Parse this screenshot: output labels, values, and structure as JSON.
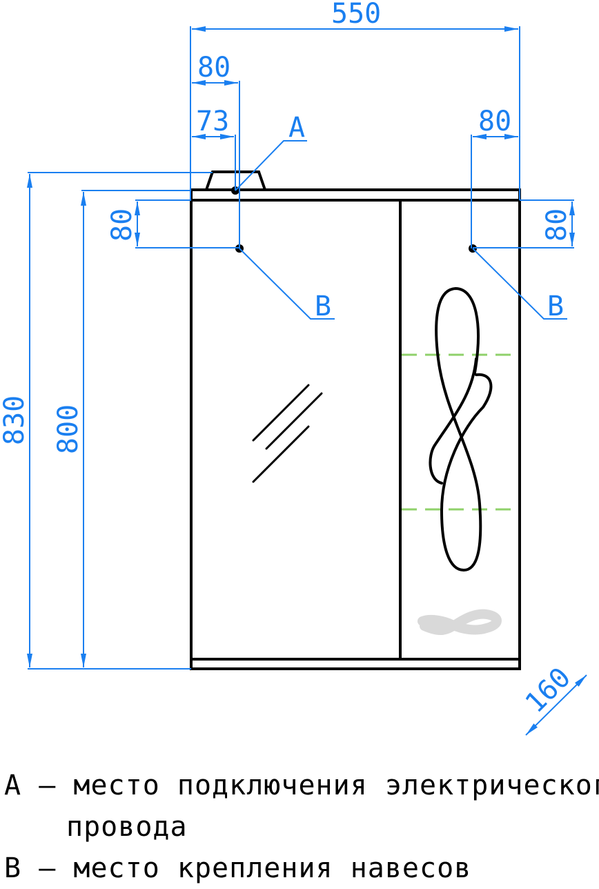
{
  "drawing": {
    "title": "Mirror cabinet dimension drawing",
    "colors": {
      "outline": "#000000",
      "dimension": "#1a7ff0",
      "shelf_dash": "#8fd16a",
      "logo_fill": "#d9d9d9"
    },
    "dimensions": {
      "total_width": "550",
      "left_hole_offset": "80",
      "left_wire_offset": "73",
      "right_hole_offset": "80",
      "left_hole_drop": "80",
      "right_hole_drop": "80",
      "total_height": "830",
      "body_height": "800",
      "depth": "160"
    },
    "callouts": {
      "a": "A",
      "b_left": "B",
      "b_right": "B"
    }
  },
  "legend": {
    "row1_key": "A",
    "row1_dash": "–",
    "row1_text": "место подключения электрического",
    "row1_cont": "провода",
    "row2_key": "B",
    "row2_dash": "–",
    "row2_text": "место крепления навесов"
  }
}
